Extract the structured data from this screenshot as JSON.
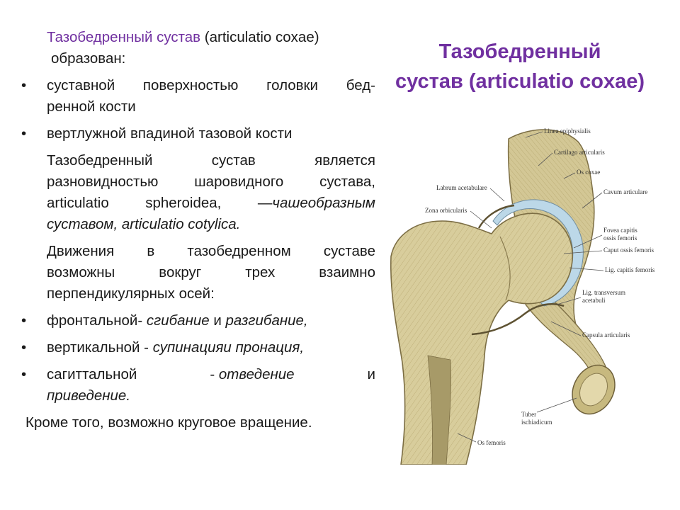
{
  "slide": {
    "title_line1": "Тазобедренный",
    "title_line2": "сустав (articulatio coxae)",
    "intro_name": "Тазобедренный сустав",
    "intro_latin": " (articulatio coxae)",
    "intro_line2": "образован:",
    "bullet1_line1": "суставной поверхностью головки бед-",
    "bullet1_line2": "ренной кости",
    "bullet2": "вертлужной впадиной тазовой кости",
    "para2_line1": "Тазобедренный сустав является",
    "para2_line2": "разновидностью шаровидного сустава,",
    "para2_line3a": "articulatio spheroidea, —",
    "para2_line3b": "чашеобразным",
    "para2_line4": "суставом, articulatio cotylica.",
    "para3_line1": "Движения в тазобедренном суставе",
    "para3_line2": "возможны вокруг трех взаимно",
    "para3_line3": "перпендикулярных осей:",
    "axis1_name": "фронтальной- ",
    "axis1_m1": "сгибание",
    "axis1_and": " и ",
    "axis1_m2": "разгибание,",
    "axis2_name": "вертикальной - ",
    "axis2_m1": "супинацияи пронация,",
    "axis3_name": "сагиттальной",
    "axis3_dash": "- ",
    "axis3_m1": "отведение",
    "axis3_and": "и",
    "axis3_m2": "приведение.",
    "closing": "Кроме того, возможно круговое вращение.",
    "bullet_symbol": "•"
  },
  "figure": {
    "labels": {
      "linea_epiphysialis": "Linea epiphysialis",
      "cartilago_articularis": "Cartilago articularis",
      "os_coxae": "Os coxae",
      "labrum_acetabulare": "Labrum acetabulare",
      "cavum_articulare": "Cavum articulare",
      "zona_orbicularis": "Zona orbicularis",
      "fovea_capitis_1": "Fovea capitis",
      "fovea_capitis_2": "ossis femoris",
      "caput_ossis_femoris": "Caput ossis femoris",
      "lig_capitis_femoris": "Lig. capitis femoris",
      "lig_transversum_1": "Lig. transversum",
      "lig_transversum_2": "acetabuli",
      "capsula_articularis": "Capsula articularis",
      "tuber_1": "Tuber",
      "tuber_2": "ischiadicum",
      "os_femoris": "Os femoris"
    },
    "colors": {
      "bone": "#d8cd9c",
      "bone_dark": "#b7a873",
      "cartilage": "#bcd8e8",
      "cavity": "#4a4030",
      "title": "#7030a0"
    }
  }
}
